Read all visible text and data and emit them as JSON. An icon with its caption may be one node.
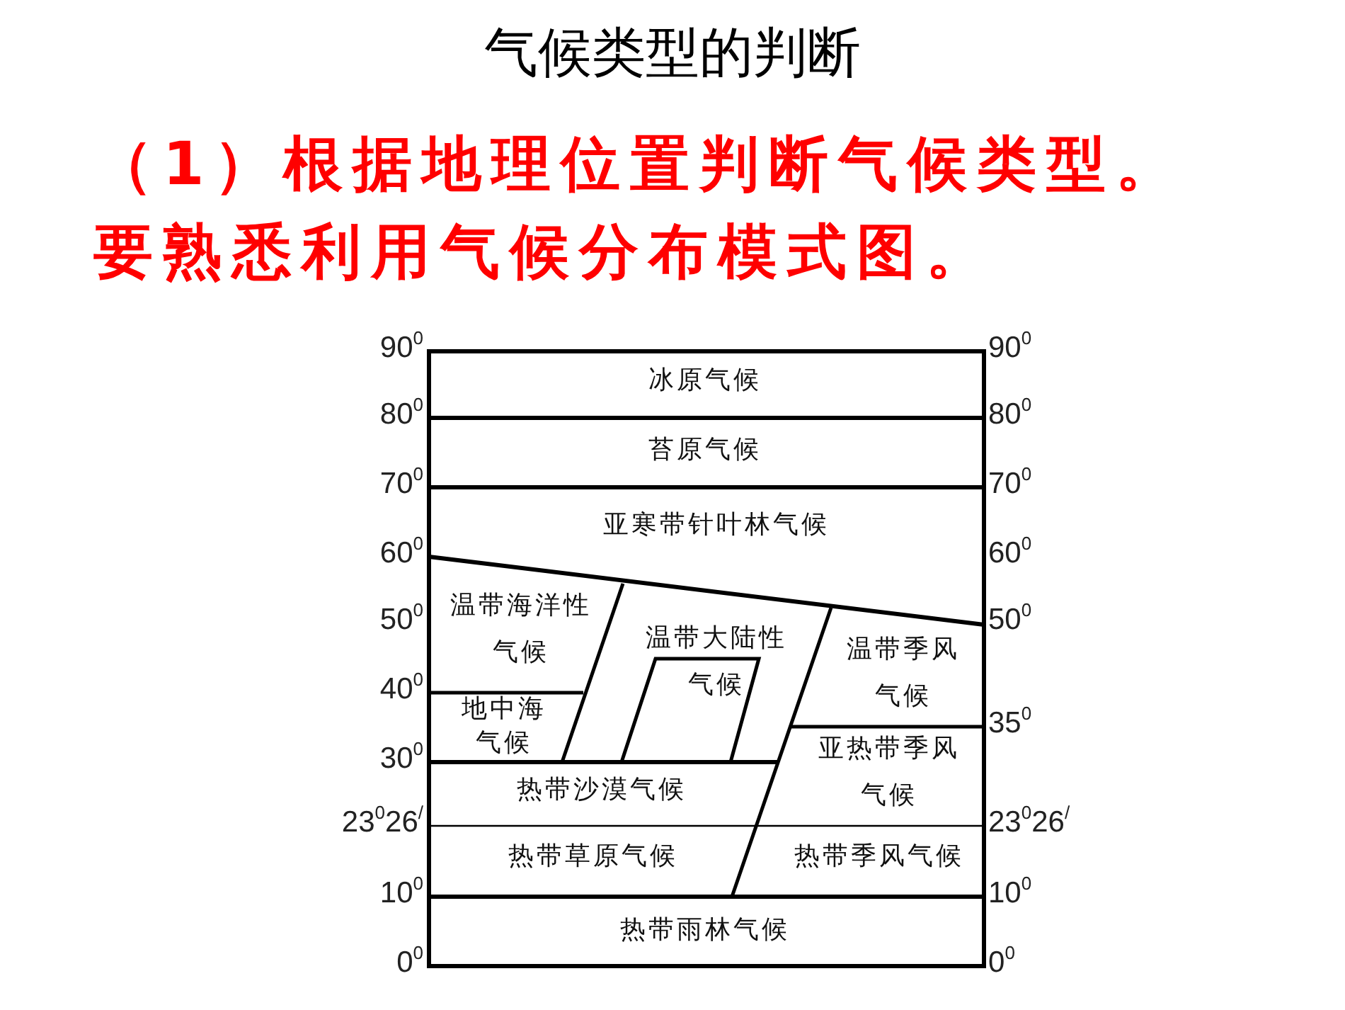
{
  "diagram": {
    "title": "气候类型的判断",
    "nodes": [
      {
        "text": [
          "冰原气候"
        ]
      },
      {
        "text": [
          "苔原气候"
        ]
      },
      {
        "text": [
          "亚寒带针叶林气候"
        ]
      },
      {
        "text": [
          "温带海洋性气候"
        ]
      },
      {
        "text": [
          "温带大陆性气候"
        ]
      },
      {
        "text": [
          "温带季风气候"
        ]
      },
      {
        "text": [
          "地中海气候"
        ]
      },
      {
        "text": [
          "亚热带季风气候"
        ]
      },
      {
        "text": [
          "热带沙漠气候"
        ]
      },
      {
        "text": [
          "热带草原气候"
        ]
      },
      {
        "text": [
          "热带季风气候"
        ]
      },
      {
        "text": [
          "热带雨林气候"
        ]
      }
    ],
    "labels": [
      "（1）根据地理位置判断气候类型。",
      "要熟悉利用气候分布模式图。",
      "90$^{0}$",
      "90$^{0}$",
      "80$^{0}$",
      "80$^{0}$",
      "70$^{0}$",
      "70$^{0}$",
      "60$^{0}$",
      "60$^{0}$",
      "50$^{0}$",
      "50$^{0}$",
      "40$^{0}$",
      "35$^{0}$",
      "30$^{0}$",
      "23$^{0}$26$^{/}$",
      "23$^{0}$26$^{/}$",
      "10$^{0}$",
      "10$^{0}$",
      "0$^{0}$",
      "0$^{0}$"
    ]
  }
}
